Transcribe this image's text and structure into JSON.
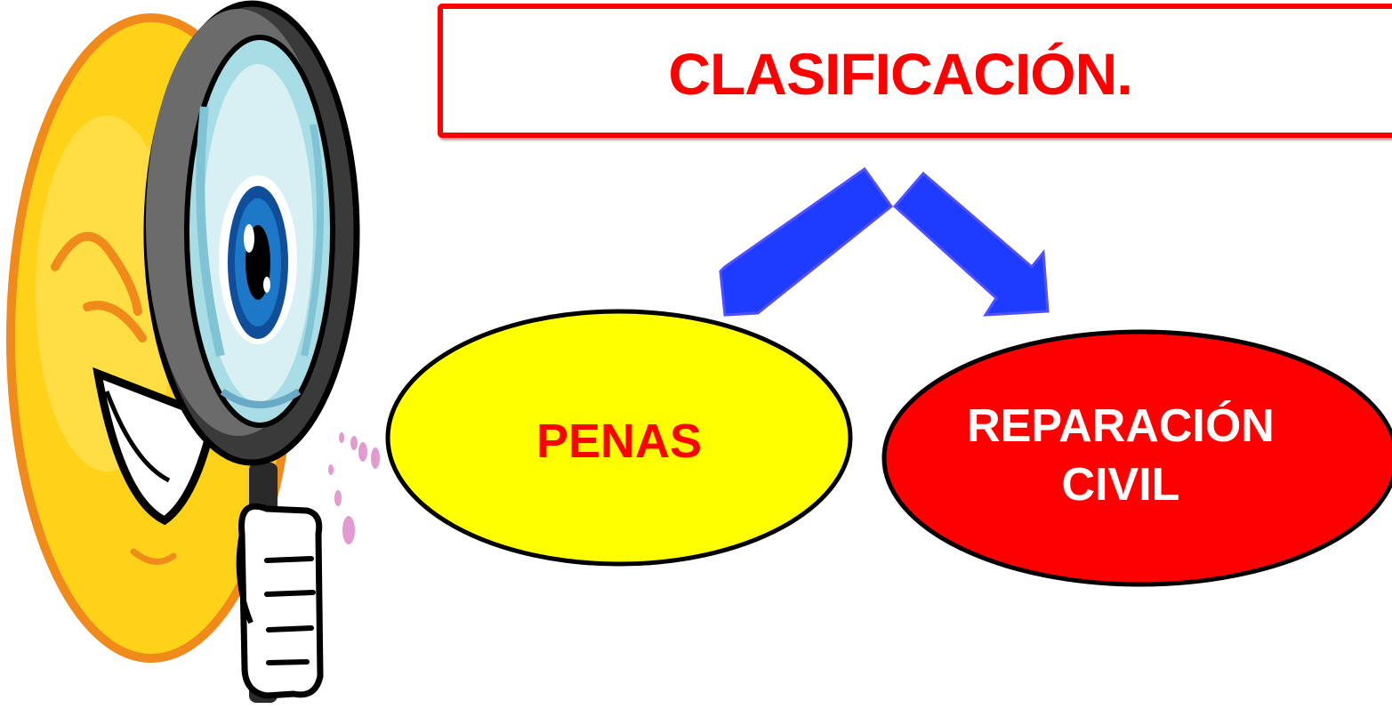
{
  "title": "CLASIFICACIÓN.",
  "nodes": [
    {
      "lines": [
        "PENAS"
      ]
    },
    {
      "lines": [
        "REPARACIÓN",
        "CIVIL"
      ]
    }
  ],
  "colors": {
    "title_text": "#ff0000",
    "title_border": "#ff0000",
    "penas_fill": "#ffff00",
    "penas_text": "#ff0000",
    "reparacion_fill": "#ff0000",
    "reparacion_text": "#ffffff",
    "arrow_fill": "#1e3cff",
    "arrow_stroke": "#3a3aff",
    "outline": "#000000",
    "face_fill": "#ffd21a",
    "face_outline": "#f08a1a",
    "lens": "#a9dde6",
    "frame": "#3a3a3a",
    "iris": "#1d78c8",
    "bubbles": "#e39ad0"
  },
  "icons": [
    "face-icon",
    "magnifying-glass-icon",
    "eye-icon",
    "hand-icon",
    "arrow-icon"
  ]
}
